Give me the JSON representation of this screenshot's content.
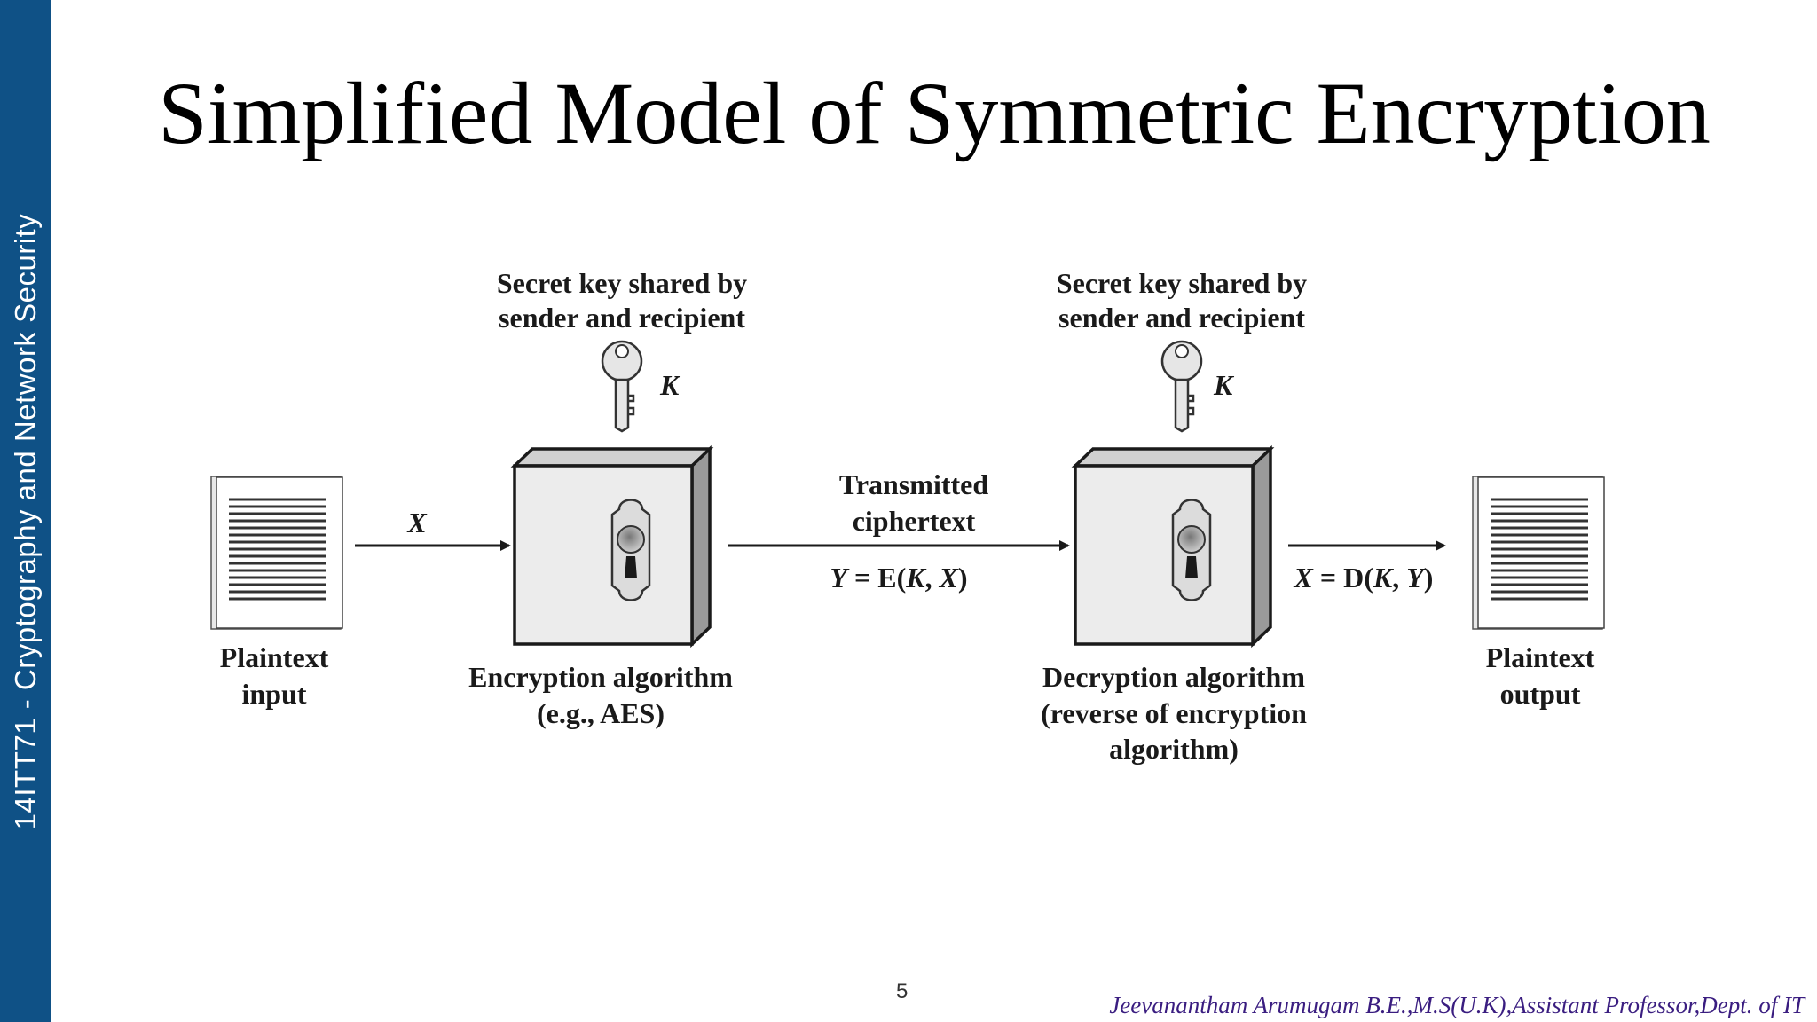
{
  "sidebar": {
    "course": "14ITT71  - Cryptography and Network Security"
  },
  "title": "Simplified Model of Symmetric Encryption",
  "diagram": {
    "plaintext_input": {
      "line1": "Plaintext",
      "line2": "input"
    },
    "input_var": "X",
    "key_left": {
      "line1": "Secret key shared by",
      "line2": "sender and recipient",
      "symbol": "K"
    },
    "encryption": {
      "line1": "Encryption algorithm",
      "line2": "(e.g., AES)"
    },
    "transmitted": {
      "line1": "Transmitted",
      "line2": "ciphertext"
    },
    "cipher_formula": {
      "var": "Y",
      "eq": " = E(",
      "k": "K",
      "comma": ", ",
      "x": "X",
      "close": ")"
    },
    "key_right": {
      "line1": "Secret key shared by",
      "line2": "sender and recipient",
      "symbol": "K"
    },
    "decryption": {
      "line1": "Decryption algorithm",
      "line2": "(reverse of encryption",
      "line3": "algorithm)"
    },
    "decrypt_formula": {
      "var": "X",
      "eq": " = D(",
      "k": "K",
      "comma": ", ",
      "y": "Y",
      "close": ")"
    },
    "plaintext_output": {
      "line1": "Plaintext",
      "line2": "output"
    }
  },
  "footer": {
    "page_number": "5",
    "author": "Jeevanantham Arumugam B.E.,M.S(U.K),Assistant Professor,Dept. of IT"
  }
}
